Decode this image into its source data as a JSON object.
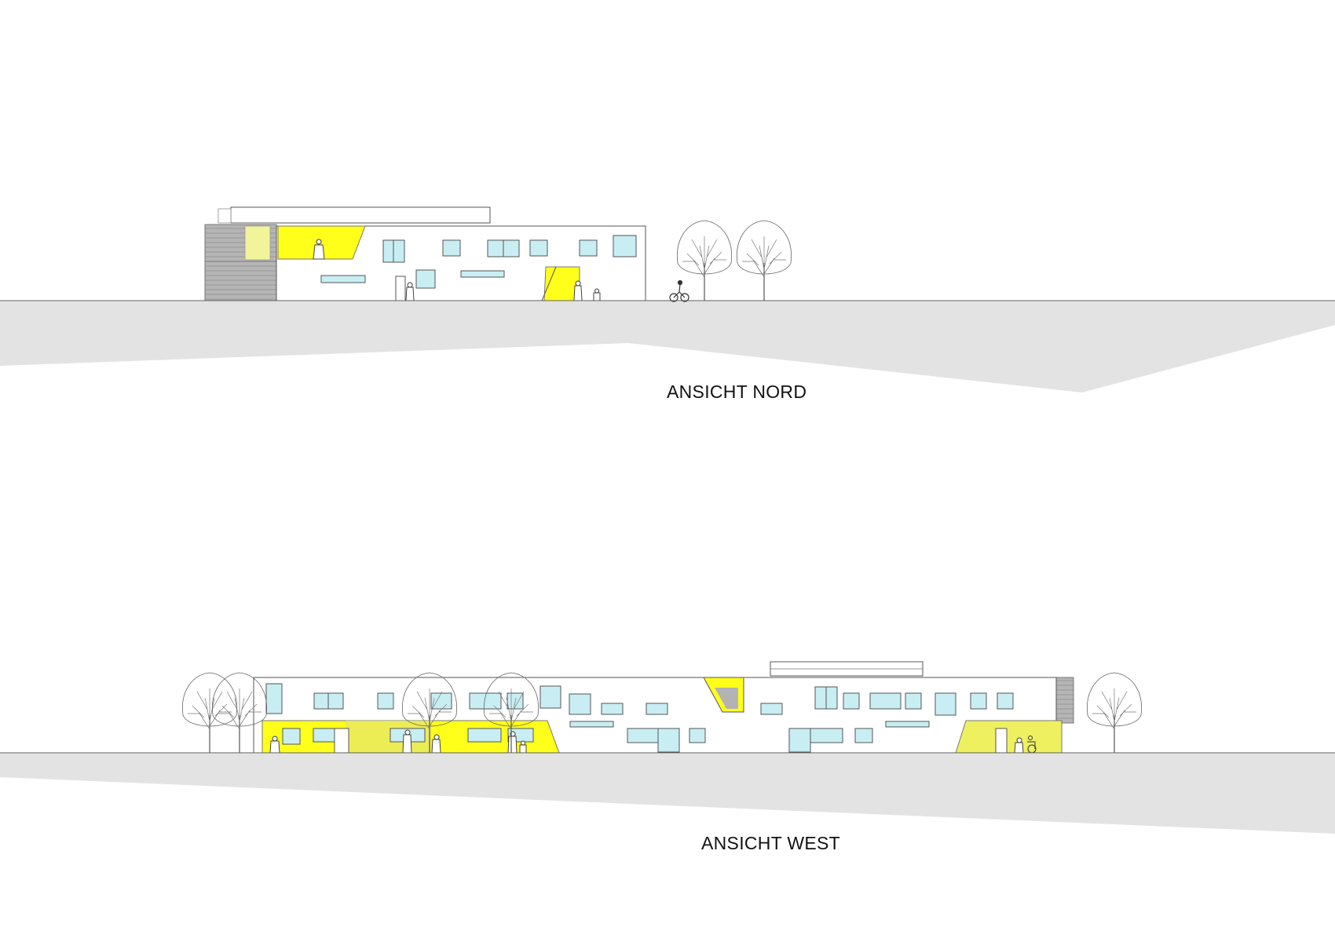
{
  "drawing": {
    "elevations": [
      {
        "id": "north",
        "title": "ANSICHT NORD"
      },
      {
        "id": "west",
        "title": "ANSICHT WEST"
      }
    ]
  },
  "colors": {
    "accent_yellow": "#ffff1a",
    "soft_yellow": "#eef060",
    "ground": "#e3e3e3",
    "window_glass": "#c8eef3",
    "cladding_grey": "#a8a8a8",
    "line": "#555555"
  }
}
